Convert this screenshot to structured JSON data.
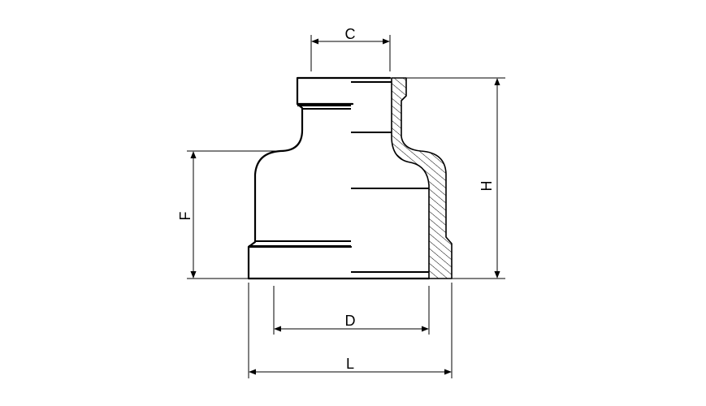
{
  "drawing": {
    "subject": "reducing-socket-fitting-section",
    "colors": {
      "line": "#000000",
      "background": "#ffffff"
    },
    "dimensions": {
      "C": "C",
      "D": "D",
      "F": "F",
      "H": "H",
      "L": "L"
    }
  }
}
